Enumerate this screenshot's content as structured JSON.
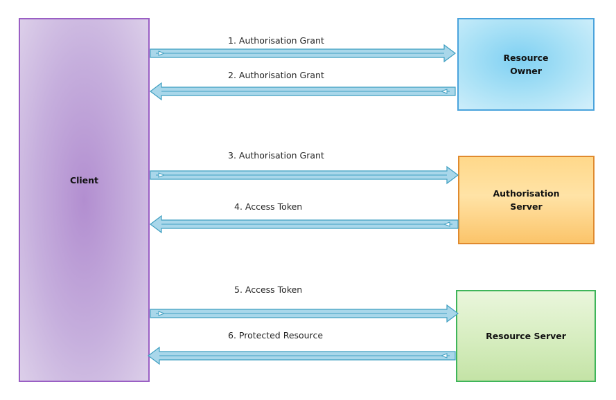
{
  "nodes": {
    "client": {
      "label": "Client"
    },
    "resource_owner": {
      "line1": "Resource",
      "line2": "Owner"
    },
    "authorisation_server": {
      "line1": "Authorisation",
      "line2": "Server"
    },
    "resource_server": {
      "label": "Resource Server"
    }
  },
  "flows": [
    {
      "label": "1. Authorisation Grant",
      "from": "Client",
      "to": "Resource Owner"
    },
    {
      "label": "2. Authorisation Grant",
      "from": "Resource Owner",
      "to": "Client"
    },
    {
      "label": "3. Authorisation Grant",
      "from": "Client",
      "to": "Authorisation Server"
    },
    {
      "label": "4. Access Token",
      "from": "Authorisation Server",
      "to": "Client"
    },
    {
      "label": "5. Access Token",
      "from": "Client",
      "to": "Resource Server"
    },
    {
      "label": "6. Protected Resource",
      "from": "Resource Server",
      "to": "Client"
    }
  ],
  "colors": {
    "arrow_fill": "#a9d7ea",
    "arrow_stroke": "#3f9fc1"
  }
}
